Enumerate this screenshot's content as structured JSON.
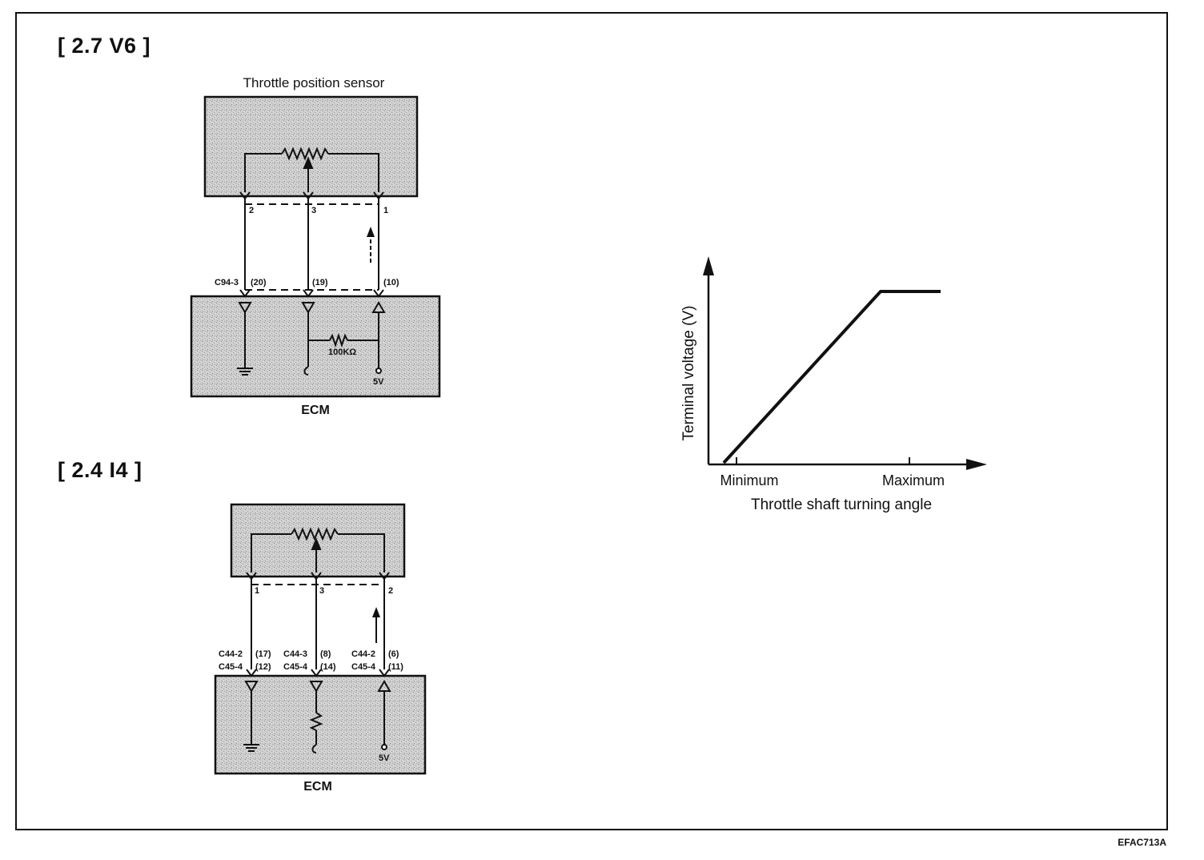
{
  "page": {
    "figure_code": "EFAC713A"
  },
  "v6": {
    "heading": "[ 2.7 V6 ]",
    "sensor_title": "Throttle position sensor",
    "ecm_label": "ECM",
    "pin_left": "2",
    "pin_mid": "3",
    "pin_right": "1",
    "connector": "C94-3",
    "term_left": "(20)",
    "term_mid": "(19)",
    "term_right": "(10)",
    "resistor_value": "100KΩ",
    "supply": "5V"
  },
  "i4": {
    "heading": "[ 2.4 I4 ]",
    "ecm_label": "ECM",
    "pin_left": "1",
    "pin_mid": "3",
    "pin_right": "2",
    "conn_left_a": "C44-2",
    "conn_left_b": "C45-4",
    "term_left_a": "(17)",
    "term_left_b": "(12)",
    "conn_mid_a": "C44-3",
    "conn_mid_b": "C45-4",
    "term_mid_a": "(8)",
    "term_mid_b": "(14)",
    "conn_right_a": "C44-2",
    "conn_right_b": "C45-4",
    "term_right_a": "(6)",
    "term_right_b": "(11)",
    "supply": "5V"
  },
  "graph": {
    "ylabel": "Terminal voltage (V)",
    "xlabel": "Throttle shaft turning angle",
    "tick_min": "Minimum",
    "tick_max": "Maximum"
  }
}
